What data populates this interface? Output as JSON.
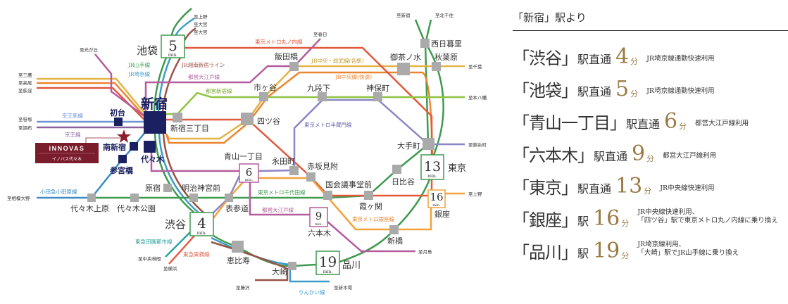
{
  "panel": {
    "header": "「新宿」駅より",
    "routes": [
      {
        "station": "「渋谷」",
        "suffix": "駅直通",
        "minutes": "4",
        "unit": "分",
        "note": [
          "JR埼京線通勤快速利用"
        ]
      },
      {
        "station": "「池袋」",
        "suffix": "駅直通",
        "minutes": "5",
        "unit": "分",
        "note": [
          "JR埼京線通勤快速利用"
        ]
      },
      {
        "station": "「青山一丁目」",
        "suffix": "駅直通",
        "minutes": "6",
        "unit": "分",
        "note": [
          "都営大江戸線利用"
        ]
      },
      {
        "station": "「六本木」",
        "suffix": "駅直通",
        "minutes": "9",
        "unit": "分",
        "note": [
          "都営大江戸線利用"
        ]
      },
      {
        "station": "「東京」",
        "suffix": "駅直通",
        "minutes": "13",
        "unit": "分",
        "note": [
          "JR中央線快速利用"
        ]
      },
      {
        "station": "「銀座」",
        "suffix": "駅",
        "minutes": "16",
        "unit": "分",
        "note": [
          "JR中央線快速利用、",
          "「四ツ谷」駅で東京メトロ丸ノ内線に乗り換え"
        ]
      },
      {
        "station": "「品川」",
        "suffix": "駅",
        "minutes": "19",
        "unit": "分",
        "note": [
          "JR埼京線利用、",
          "「大崎」駅でJR山手線に乗り換え"
        ]
      }
    ]
  },
  "map": {
    "min_unit": "min.",
    "times": {
      "ikebukuro": "5",
      "shibuya": "4",
      "aoyama": "6",
      "roppongi": "9",
      "tokyo": "13",
      "ginza": "16",
      "shinagawa": "19"
    },
    "stations": {
      "shinjuku": "新宿",
      "ikebukuro": "池袋",
      "hatsudai": "初台",
      "minamishinjuku": "南新宿",
      "sangubashi": "参宮橋",
      "yoyogi": "代々木",
      "sanchome": "新宿三丁目",
      "yotsuya": "四ツ谷",
      "ichigaya": "市ヶ谷",
      "iidabashi": "飯田橋",
      "kudanshita": "九段下",
      "jimbocho": "神保町",
      "ochanomizu": "御茶ノ水",
      "akihabara": "秋葉原",
      "nishinippori": "西日暮里",
      "otemachi": "大手町",
      "tokyo": "東京",
      "hibiya": "日比谷",
      "ginza": "銀座",
      "kasumigaseki": "霞ヶ関",
      "kokkai": "国会議事堂前",
      "akasaka": "赤坂見附",
      "nagatacho": "永田町",
      "aoyama": "青山一丁目",
      "roppongi": "六本木",
      "shimbashi": "新橋",
      "shinagawa": "品川",
      "osaki": "大崎",
      "ebisu": "恵比寿",
      "shibuya": "渋谷",
      "harajuku": "原宿",
      "meiji": "明治神宮前",
      "omotesando": "表参道",
      "yoyogikoen": "代々木公園",
      "uehara": "代々木上原"
    },
    "lines": {
      "yamanote": "JR山手線",
      "saikyo": "JR埼京線",
      "shonan": "JR湘南新宿ライン",
      "oedo1": "都営大江戸線",
      "shinjukuline": "都営新宿線",
      "keionew": "京王新線",
      "keio": "京王線",
      "marunouchi": "東京メトロ丸ノ内線",
      "chuosobu": "JR中央・総武線(各駅)",
      "chuorapid": "JR中央線(快速)",
      "hanzomon": "東京メトロ半蔵門線",
      "chiyoda": "東京メトロ千代田線",
      "oedo2": "都営大江戸線",
      "ginzaline": "東京メトロ銀座線",
      "odakyu": "小田急小田原線",
      "denen": "東急田園都市線",
      "toyoko": "東急東横線",
      "rinkai": "りんかい線"
    },
    "destinations": {
      "ueno1": "至上野",
      "omiya1": "至大宮",
      "omiya2": "至大宮",
      "hikarigaoka": "至光が丘",
      "mitaka": "至三鷹",
      "takao": "至高尾",
      "ogikubo": "至荻窪",
      "sasazuka": "至笹塚",
      "chofu": "至調布",
      "kasuga": "至春日",
      "shinjuku2": "至新宿",
      "kitasenju": "至北千住",
      "chiba": "至千葉",
      "motoyawata": "至本八幡",
      "kinshicho": "至錦糸町",
      "ueno2": "至上野",
      "tsukishima": "至月島",
      "shinkiba": "至新木場",
      "fujisawa": "至藤沢",
      "sagamiono": "至相模大野",
      "chuorinkan": "至中央林間",
      "yokohama": "至横浜"
    },
    "property": {
      "name": "INNOVAS",
      "sub": "イノバス代々木"
    }
  },
  "colors": {
    "yamanote": "#3f9a50",
    "saikyo": "#3e9cc8",
    "shonan": "#9a5246",
    "marunouchi": "#e2583c",
    "chuorapid": "#ec8530",
    "chuosobu": "#e2b446",
    "oedo": "#b45c9e",
    "shinjukuline": "#8fc440",
    "hanzomon": "#8a86c4",
    "keionew": "#6f92d2",
    "keio": "#8a62a2",
    "odakyu": "#3c8cc2",
    "ginza": "#f1a23a",
    "accent": "#9a7b45",
    "property": "#7a1c2c"
  }
}
